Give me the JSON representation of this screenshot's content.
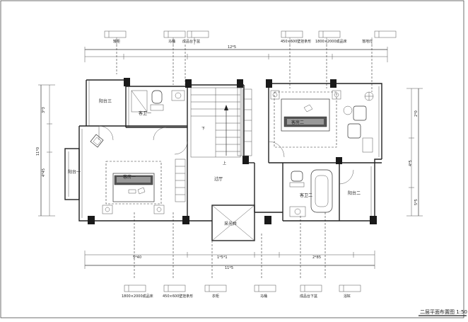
{
  "title": "二层平面布置图 1:50",
  "top_callouts": [
    "矮柜",
    "马桶",
    "成品台下盆",
    "450×600壁挂条形",
    "1800×2000成品床",
    "落地灯"
  ],
  "bottom_callouts": [
    "1800×2000成品床",
    "450×600壁挂条形",
    "衣柜",
    "马桶",
    "成品台下盆",
    "浴缸"
  ],
  "rooms": {
    "balcony3": "阳台三",
    "guest_bath1": "客卫一",
    "master_room": "客房二",
    "guest_room1": "客房一",
    "balcony1": "阳台一",
    "hall": "过厅",
    "guest_bath2": "客卫二",
    "balcony2": "阳台二",
    "light_well": "采光井",
    "stair_up": "上",
    "stair_down": "下"
  },
  "dims": {
    "top_total": "12*5",
    "bottom_total": "11*5",
    "bottom_left": "5*40",
    "bottom_mid": "1*5*1",
    "bottom_right": "2*85",
    "left_1": "3*3",
    "left_2": "11*0",
    "left_3": "4*45",
    "right_1": "2*0",
    "right_2": "4*5",
    "right_3": "5*5"
  }
}
